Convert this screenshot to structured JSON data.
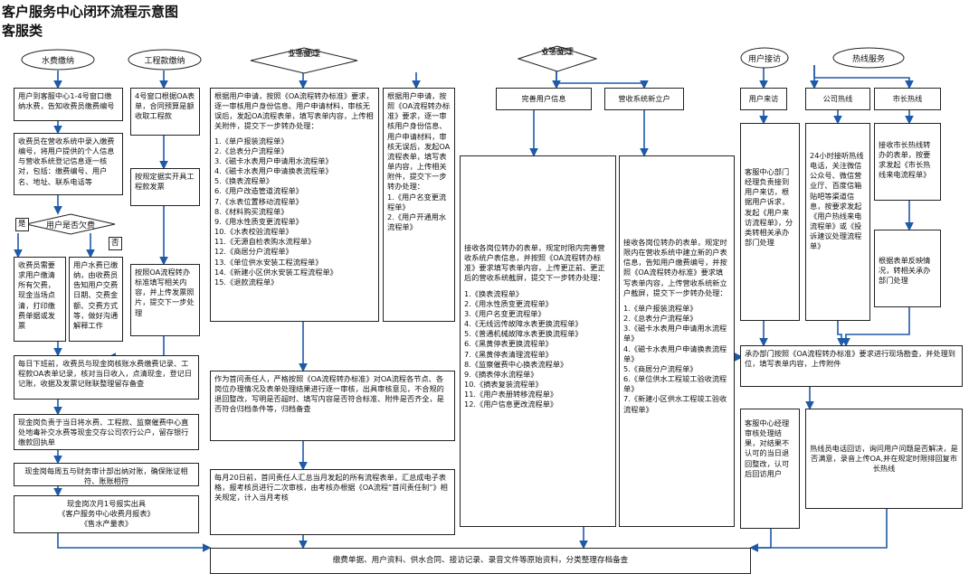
{
  "title": "客户服务中心闭环流程示意图",
  "subtitle": "客服类",
  "water_fee": {
    "header": "水费缴纳",
    "step1": "用户到客服中心1-4号窗口缴纳水费，告知收费员缴费编号",
    "step2": "收费员在营收系统中录入缴费编号，将用户提供的个人信息与营收系统登记信息逐一核对，包括：缴费编号、用户名、地址、联系电话等",
    "decision": "用户是否欠费",
    "yes_label": "是",
    "no_label": "否",
    "yes_step": "收费员需要求用户缴清所有欠费，现金当场点清，打印缴费单据或发票",
    "no_step": "用户水费已缴纳，由收费员告知用户交费日期、交费金额、交费方式等，做好沟通解释工作",
    "daily": "每日下班前，收费员与现金岗核账水费缴费记录、工程款OA表单记录，核对当日收入，点清现金，登记日记账，收据及发票记账联整理留存备查",
    "cash_deposit": "现金岗负责于当日将水费、工程款、监察催费中心直处地毒补交水费等现金交存公司农行公户，留存银行缴款回执单",
    "weekly": "现金岗每周五与财务审计部出纳对账，确保账证相符、账账相符",
    "monthly_line1": "现金岗次月1号报实出具",
    "monthly_line2": "《客户服务中心收费月报表》",
    "monthly_line3": "《售水产量表》"
  },
  "engineering": {
    "header": "工程款缴纳",
    "step1": "4号窗口根据OA表单，合同预算是额收取工程款",
    "step2": "按规定据实开具工程款发票",
    "step3": "按照OA流程转办标准填写相关内容，并上传发票照片，提交下一步处理"
  },
  "business5": {
    "header_line1": "业务受理",
    "header_line2": "5号窗口",
    "main_intro": "根据用户申请，按照《OA流程转办标准》要求，逐一审核用户身份信息、用户申请材料，审核无误后，发起OA流程表单，填写表单内容，上传相关附件，提交下一步转办处理：",
    "main_list": [
      "1.《单户报装流程单》",
      "2.《总表分户流程单》",
      "3.《磁卡水表用户申请用水流程单》",
      "4.《磁卡水表用户申请换表流程单》",
      "5.《换表流程单》",
      "6.《用户改造管道流程单》",
      "7.《水表位置移动流程单》",
      "8.《材料购买流程单》",
      "9.《用水性质变更流程单》",
      "10.《水表校验流程单》",
      "11.《无源自检表购水流程单》",
      "12.《商居分户流程单》",
      "13.《单位供水安装工程流程单》",
      "14.《新建小区供水安装工程流程单》",
      "15.《退款流程单》"
    ],
    "side_intro": "根据用户申请，按照《OA流程转办标准》要求，逐一审核用户身份信息、用户申请材料，审核无误后，发起OA流程表单，填写表单内容，上传相关附件，提交下一步转办处理：",
    "side_list": [
      "1.《用户名变更流程单》",
      "2.《用户开通用水流程单》"
    ],
    "responsibility": "作为首问责任人，严格按照《OA流程转办标准》对OA流程各节点、各岗位办理情况及表单处理结果进行逐一审核，出具审核意见，不合规的退回整改，写明是否超时、填写内容是否符合标准、附件是否齐全，是否符合归档条件等，归档备查",
    "monthly": "每月20日前，首问责任人汇总当月发起的所有流程表单，汇总成电子表格，报考核员进行二次审核，由考核办根据《OA流程“首问责任制”》相关规定，计入当月考核"
  },
  "business6": {
    "header_line1": "业务受理",
    "header_line2": "6号窗口",
    "perfect_header": "完善用户信息",
    "new_header": "营收系统新立户",
    "perfect_intro": "接收各岗位转办的表单，规定时限内完善营收系统户表信息，并按照《OA流程转办标准》要求填写表单内容，上传更正前、更正后的营收系统截屏，提交下一步转办处理：",
    "perfect_list": [
      "1.《换表流程单》",
      "2.《用水性质变更流程单》",
      "3.《用户名变更流程单》",
      "4.《无线远传故障水表更换流程单》",
      "5.《普通机械故障水表更换流程单》",
      "6.《黑黄停表更换流程单》",
      "7.《黑黄停表清理流程单》",
      "8.《监察催费中心换表流程单》",
      "9.《摘表停水流程单》",
      "10.《摘表复装流程单》",
      "11.《用户表册转移流程单》",
      "12.《用户信息更改流程单》"
    ],
    "new_intro": "接收各岗位转办的表单，规定时限内在营收系统中建立新的户表信息，告知用户缴费编号，并按照《OA流程转办标准》要求填写表单内容，上传营收系统新立户截屏，提交下一步转办处理：",
    "new_list": [
      "1.《单户报装流程单》",
      "2.《总表分户流程单》",
      "3.《磁卡水表用户申请用水流程单》",
      "4.《磁卡水表用户申请换表流程单》",
      "5.《商居分户流程单》",
      "6.《单位供水工程竣工验收流程单》",
      "7.《新建小区供水工程竣工验收流程单》"
    ]
  },
  "visit": {
    "header": "用户接访",
    "sub_header": "用户来访",
    "step": "客服中心部门经理负责接到用户来访，根据用户诉求，发起《用户来访流程单》，分类转相关承办部门处理"
  },
  "hotline": {
    "header": "热线服务",
    "company_header": "公司热线",
    "mayor_header": "市长热线",
    "company_step": "24小时接听热线电话，关注微信公众号、微信营业厅、百度信箱贴吧等渠道信息，按要求发起《用户热线来电流程单》或《投诉建议处理流程单》",
    "mayor_step1": "接收市长热线转办的表单，按要求发起《市长热线来电流程单》",
    "mayor_step2": "根据表单反映情况，转相关承办部门处理"
  },
  "follow": {
    "dept": "承办部门按照《OA流程转办标准》要求进行现场勘查，并处理到位，填写表单内容，上传附件",
    "manager": "客服中心经理审核处理结果，对结果不认可的当日退回整改，认可后回访用户",
    "callback": "热线员电话回访，询问用户问题是否解决，是否满意，录音上传OA,并在规定时限排回复市长热线"
  },
  "archive": "缴费单据、用户资料、供水合同、接访记录、录音文件等原始资料，分类整理存档备查"
}
